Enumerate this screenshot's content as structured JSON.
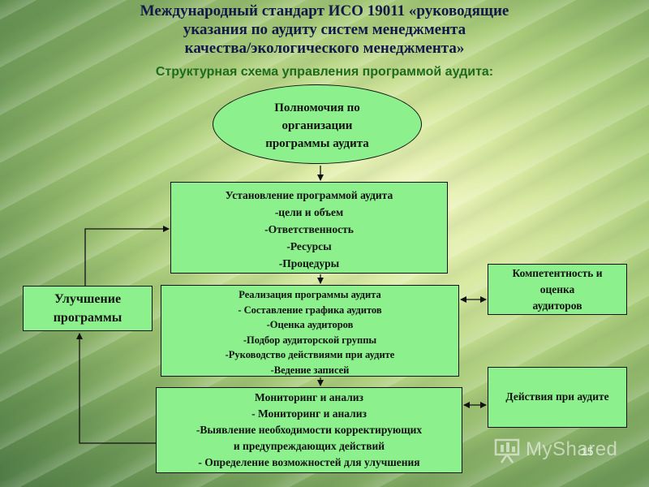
{
  "title": {
    "lines": [
      "Международный стандарт ИСО 19011 «руководящие",
      "указания по аудиту систем менеджмента",
      "качества/экологического менеджмента»"
    ]
  },
  "subtitle": "Структурная схема управления программой аудита:",
  "nodes": {
    "authority": {
      "lines": [
        "Полномочия по",
        "организации",
        "программы аудита"
      ]
    },
    "establishment": {
      "lines": [
        "Установление программой аудита",
        "-цели и объем",
        "-Ответственность",
        "-Ресурсы",
        "-Процедуры"
      ]
    },
    "implementation": {
      "lines": [
        "Реализация программы аудита",
        "- Составление графика аудитов",
        "-Оценка аудиторов",
        "-Подбор аудиторской группы",
        "-Руководство действиями при аудите",
        "-Ведение записей"
      ]
    },
    "monitoring": {
      "lines": [
        "Мониторинг и анализ",
        "- Мониторинг и анализ",
        "-Выявление необходимости корректирующих",
        "и предупреждающих действий",
        "- Определение возможностей для улучшения"
      ]
    },
    "improvement": {
      "lines": [
        "Улучшение",
        "программы"
      ]
    },
    "competence": {
      "lines": [
        "Компетентность и",
        "оценка",
        "аудиторов"
      ]
    },
    "actions": {
      "lines": [
        "Действия при аудите"
      ]
    }
  },
  "watermark": {
    "text": "MyShared",
    "page_number": "15"
  },
  "colors": {
    "box_fill": "#8cf08c",
    "title": "#12184a",
    "subtitle": "#1e6b1e"
  }
}
